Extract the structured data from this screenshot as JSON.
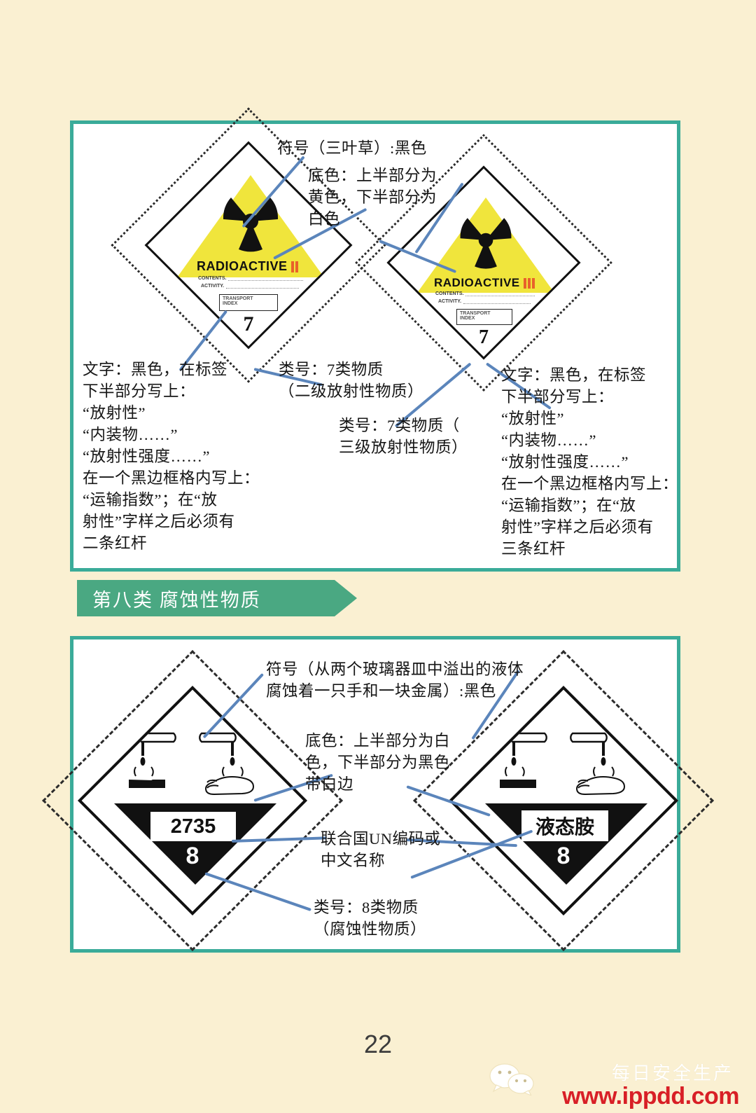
{
  "page": {
    "number": "22",
    "background_color": "#faf0d2",
    "panel_border_color": "#3aab99",
    "leader_line_color": "#5b85bb"
  },
  "section_banner": {
    "label": "第八类 腐蚀性物质",
    "background_color": "#4aa882",
    "text_color": "#ffffff"
  },
  "radioactive_panel": {
    "notes": {
      "symbol": "符号（三叶草）:黑色",
      "background": "底色：上半部分为\n黄色，下半部分为\n白色",
      "text_left": "文字：黑色，在标签\n下半部分写上：\n“放射性”\n“内装物……”\n“放射性强度……”\n在一个黑边框格内写上：\n“运输指数”；在“放\n射性”字样之后必须有\n二条红杆",
      "class_left": "类号：7类物质\n（二级放射性物质）",
      "class_right": "类号：7类物质（\n三级放射性物质）",
      "text_right": "文字：黑色，在标签\n下半部分写上：\n“放射性”\n“内装物……”\n“放射性强度……”\n在一个黑边框格内写上：\n“运输指数”；在“放\n射性”字样之后必须有\n三条红杆"
    },
    "labels": [
      {
        "name": "radioactive-ii",
        "title": "RADIOACTIVE",
        "bars": 2,
        "bar_color": "#e8622a",
        "top_color": "#f0e53c",
        "bottom_color": "#ffffff",
        "contents_label": "CONTENTS.",
        "activity_label": "ACTIVITY.",
        "transport_index_line1": "TRANSPORT",
        "transport_index_line2": "INDEX",
        "class_number": "7"
      },
      {
        "name": "radioactive-iii",
        "title": "RADIOACTIVE",
        "bars": 3,
        "bar_color": "#e8622a",
        "top_color": "#f0e53c",
        "bottom_color": "#ffffff",
        "contents_label": "CONTENTS.",
        "activity_label": "ACTIVITY.",
        "transport_index_line1": "TRANSPORT",
        "transport_index_line2": "INDEX",
        "class_number": "7"
      }
    ]
  },
  "corrosive_panel": {
    "notes": {
      "symbol": "符号（从两个玻璃器皿中溢出的液体\n腐蚀着一只手和一块金属）:黑色",
      "background": "底色：上半部分为白\n色，下半部分为黑色\n带白边",
      "un_code": "联合国UN编码或\n中文名称",
      "class": "类号：8类物质\n（腐蚀性物质）"
    },
    "labels": [
      {
        "name": "corrosive-2735",
        "un_text": "2735",
        "class_number": "8",
        "top_color": "#ffffff",
        "bottom_color": "#111111"
      },
      {
        "name": "corrosive-liquid-amine",
        "un_text": "液态胺",
        "class_number": "8",
        "top_color": "#ffffff",
        "bottom_color": "#111111"
      }
    ]
  },
  "watermark": {
    "site": "www.ippdd.com",
    "account": "每日安全生产",
    "site_color": "#d81f26"
  }
}
